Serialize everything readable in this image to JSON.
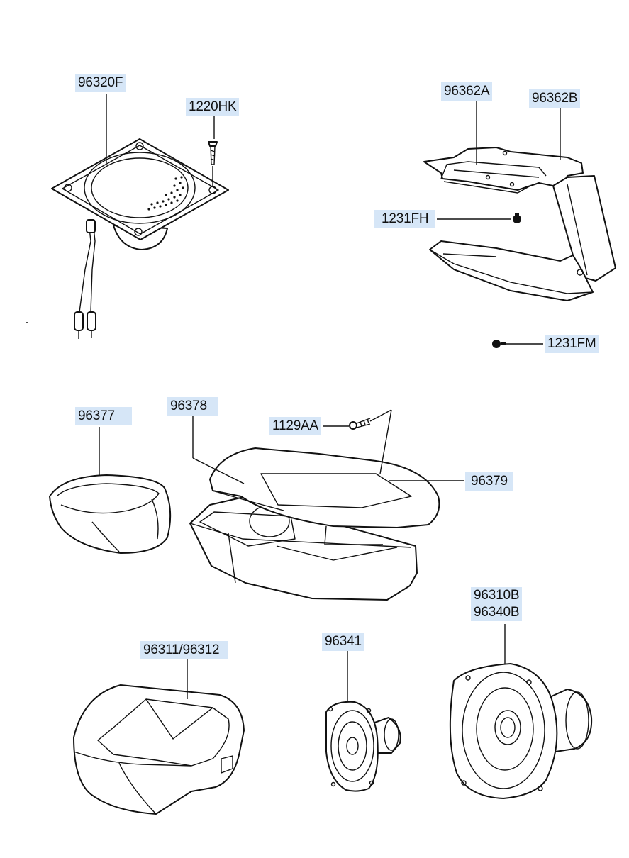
{
  "labels": {
    "p96320F": "96320F",
    "p1220HK": "1220HK",
    "p96362A": "96362A",
    "p96362B": "96362B",
    "p1231FH": "1231FH",
    "p1231FM": "1231FM",
    "p96377": "96377",
    "p96378": "96378",
    "p1129AA": "1129AA",
    "p96379": "96379",
    "p96310B": "96310B",
    "p96340B": "96340B",
    "p96311_96312": "96311/96312",
    "p96341": "96341"
  },
  "colors": {
    "label_bg": "#d6e6f7",
    "line": "#111111"
  }
}
